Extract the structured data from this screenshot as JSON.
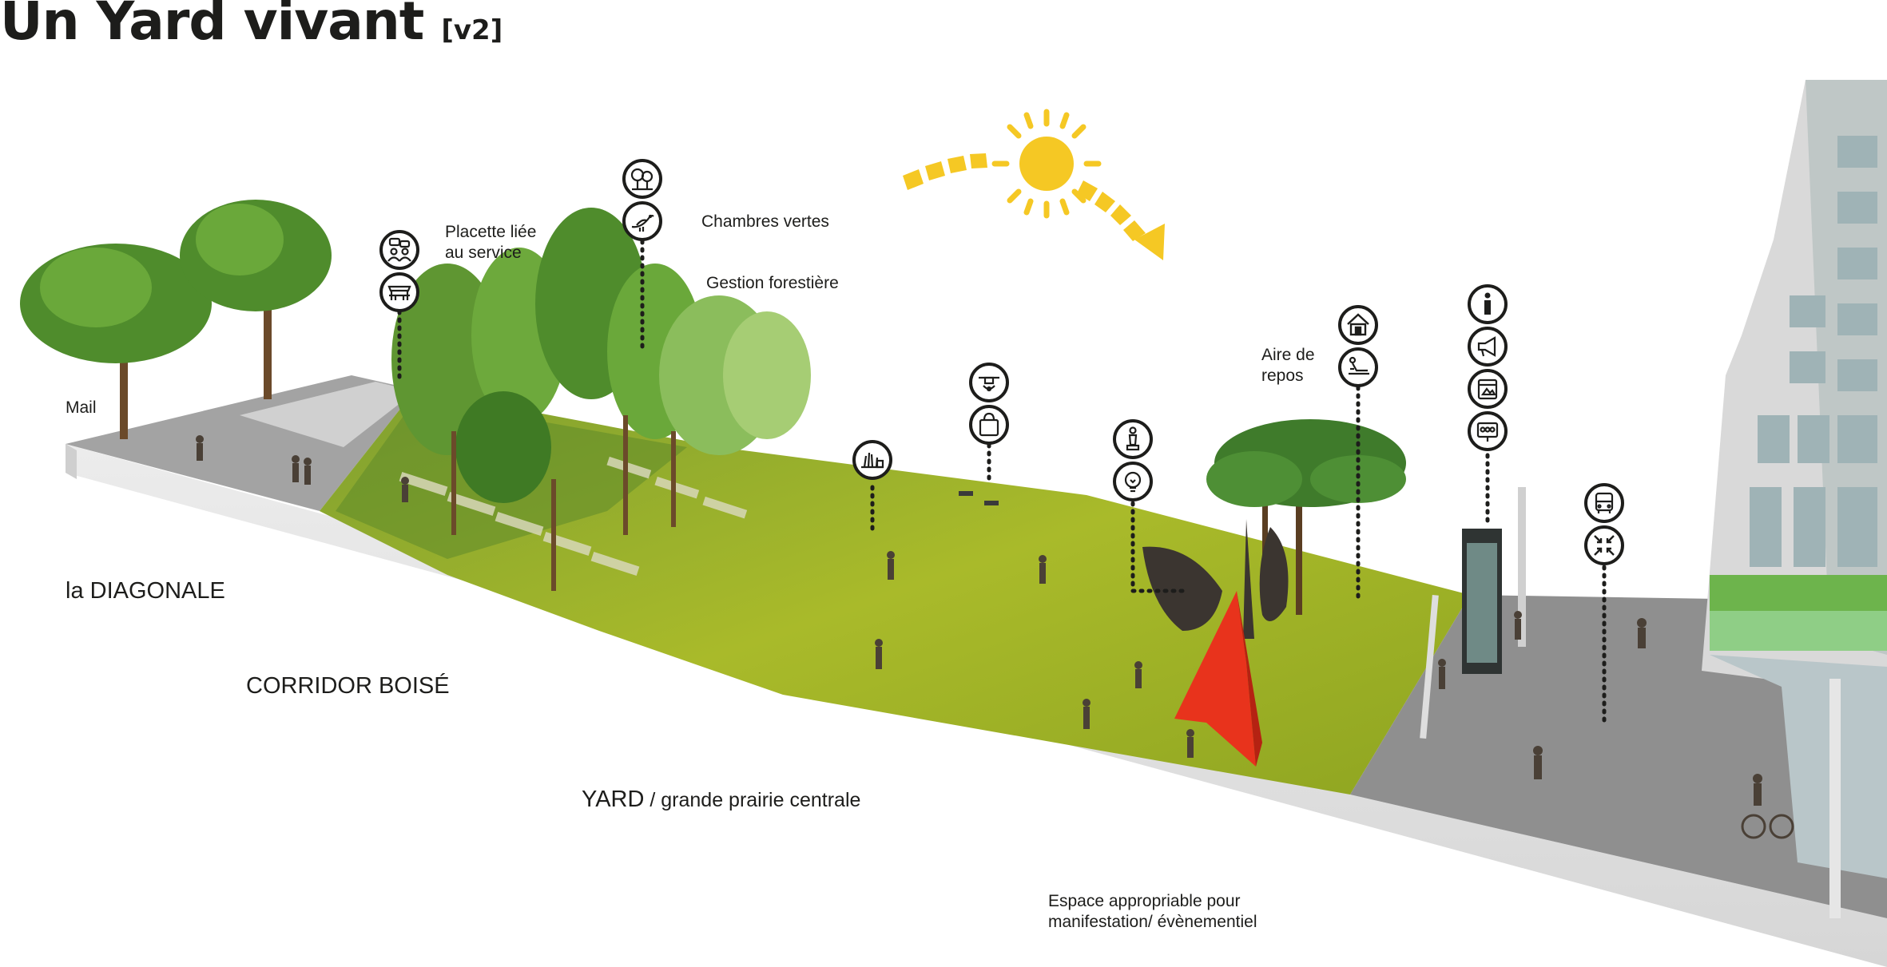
{
  "title": {
    "main": "Un Yard vivant",
    "suffix": "[v2]"
  },
  "labels": {
    "mail": "Mail",
    "placette": [
      "Placette liée",
      "au service"
    ],
    "chambres": "Chambres vertes",
    "gestion": "Gestion forestière",
    "aire": [
      "Aire de",
      "repos"
    ],
    "diagonale": "la DIAGONALE",
    "corridor": "CORRIDOR BOISÉ",
    "yard_main": "YARD",
    "yard_sub": " / grande prairie centrale",
    "espace": [
      "Espace appropriable pour",
      "manifestation/ évènementiel"
    ]
  },
  "icons": {
    "placette": [
      "meeting-people-icon",
      "market-stall-icon"
    ],
    "chambres": [
      "trees-icon",
      "bird-icon"
    ],
    "prairie": [
      "grass-icon"
    ],
    "services": [
      "drone-icon",
      "shopping-bag-icon"
    ],
    "culture": [
      "statue-icon",
      "lightbulb-icon"
    ],
    "repos": [
      "shelter-icon",
      "reclining-person-icon"
    ],
    "info": [
      "info-icon",
      "megaphone-icon",
      "event-calendar-icon",
      "display-panel-icon"
    ],
    "mobility": [
      "bus-icon",
      "gathering-point-icon"
    ]
  },
  "colors": {
    "meadow": "#9bb121",
    "sun": "#f5c824",
    "sculpture": "#e8331c",
    "plaza": "#9a9a9a",
    "wall": "#e2e2e2",
    "trees": "#4f8c2c",
    "text": "#1d1d1b"
  }
}
